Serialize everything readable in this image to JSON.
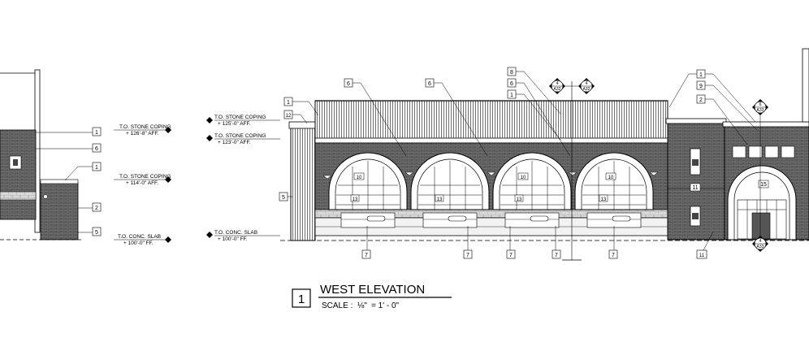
{
  "title_block": {
    "number": "1",
    "title": "WEST ELEVATION",
    "scale_label": "SCALE :",
    "scale_fraction": "⅛\"",
    "scale_value": "= 1' - 0\""
  },
  "level_notes": {
    "left": [
      {
        "label": "T.O. STONE COPING",
        "elev": "+ 126'-8\" AFF."
      },
      {
        "label": "T.O. STONE COPING",
        "elev": "+ 114'-0\" AFF."
      },
      {
        "label": "T.O. CONC. SLAB",
        "elev": "+ 100'-0\" FF."
      }
    ],
    "middle": [
      {
        "label": "T.O. STONE COPING",
        "elev": "+ 125'-0\" AFF."
      },
      {
        "label": "T.O. STONE COPING",
        "elev": "+ 123'-0\" AFF."
      },
      {
        "label": "T.O. CONC. SLAB",
        "elev": "+ 100'-0\" FF."
      }
    ]
  },
  "section_markers": {
    "m1": {
      "num": "4",
      "sheet": "A32"
    },
    "m2": {
      "num": "4",
      "sheet": "A32"
    },
    "m3": {
      "num": "6",
      "sheet": "A33"
    },
    "m4": {
      "num": "4",
      "sheet": "A33"
    }
  },
  "tags": {
    "t1": "1",
    "t2": "6",
    "t3": "1",
    "t4": "2",
    "t5": "5",
    "t6": "1",
    "t7": "12",
    "t8": "5",
    "t9": "6",
    "t10": "6",
    "t11": "8",
    "t12": "6",
    "t13": "1",
    "t14": "1",
    "t15": "9",
    "t16": "2",
    "t17": "7",
    "t18": "7",
    "t19": "7",
    "t20": "7",
    "t21": "7",
    "t22": "11"
  },
  "door_labels": {
    "d10": "10",
    "d13": "13",
    "d11": "11",
    "d15": "15"
  }
}
